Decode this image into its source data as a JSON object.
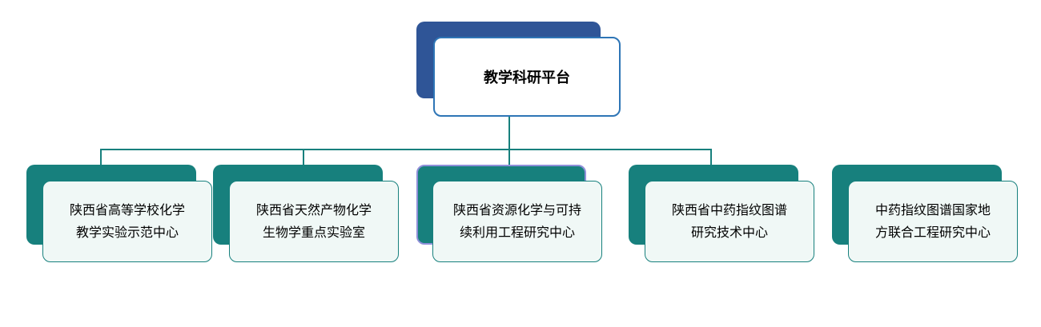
{
  "diagram": {
    "type": "org-chart",
    "root": {
      "label": "教学科研平台"
    },
    "children": [
      {
        "label": "陕西省高等学校化学\n教学实验示范中心"
      },
      {
        "label": "陕西省天然产物化学\n生物学重点实验室"
      },
      {
        "label": "陕西省资源化学与可持\n续利用工程研究中心",
        "highlighted": true
      },
      {
        "label": "陕西省中药指纹图谱\n研究技术中心"
      },
      {
        "label": "中药指纹图谱国家地\n方联合工程研究中心"
      }
    ],
    "colors": {
      "connector": "#17807D",
      "teal": "#17807D",
      "root_shadow": "#2F5597",
      "root_border": "#2E75B6",
      "child_fill": "#F0F8F6",
      "selected_outline": "#8F8FD9"
    }
  }
}
